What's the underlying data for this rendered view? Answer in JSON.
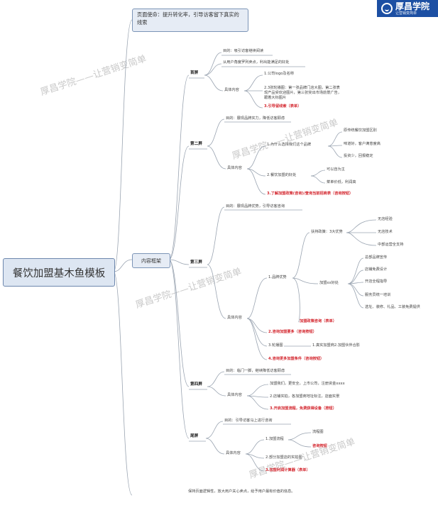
{
  "logo": {
    "brand": "厚昌学院",
    "slogan": "让营销变简单",
    "icon": "brand-logo-icon"
  },
  "watermark": "厚昌学院——让营销变简单",
  "root": "餐饮加盟基木鱼模板",
  "mission": "页面使命：提升转化率，引导访客留下真实的线索",
  "frame": "内容框架",
  "screen1": {
    "label": "首屏",
    "goal": "目的：吸引访客继续阅读",
    "angle": "从用户角度罗列卖点，利出能满足的好处",
    "content_label": "具体内容",
    "items": [
      "1.公司logo及名称",
      "2.3张轮播图：第一张品牌门店大图，第二张表现产品受欢迎图片，第三张突出市场前景广告，跟着大标图片",
      "3.引导留线索（表单）"
    ]
  },
  "screen2": {
    "label": "第二屏",
    "goal": "目的：展现品牌实力，降低访客顾虑",
    "content_label": "具体内容",
    "q1": "1.为什么选择我们这个品牌",
    "q1_items": [
      "原传统餐饮加盟区别",
      "味道好，客户满意度高",
      "投资少，回报稳定"
    ],
    "q2": "2.餐饮加盟的好处",
    "q2_items": [
      "可以自为主",
      "菜单价低，利润高"
    ],
    "q3": "3.了解加盟政策(咨询)/查询当前招商表（咨询按钮）"
  },
  "screen3": {
    "label": "第三屏",
    "goal": "目的：展现品牌优势，引导访客咨询",
    "content_label": "具体内容",
    "adv": "1.品牌优势",
    "policy": "扶持政策：3大优势",
    "policy_items": [
      "无店经验",
      "无店技术",
      "中部运营全支持"
    ],
    "join": "加盟xx好处",
    "join_items": [
      "总部品牌宣传",
      "店铺免费设计",
      "开店全程指导",
      "服务员统一培训",
      "选址、装修、礼品、工装免费提供"
    ],
    "consult_btn": "加盟政策咨询（表单）",
    "item2": "2.咨询加盟要多（咨询按钮）",
    "item3": "3.轮播图",
    "item3_sub": "1.真实加盟商2.加盟伙伴合影",
    "item4": "4.咨询更多加盟条件（咨询按钮）"
  },
  "screen4": {
    "label": "第四屏",
    "goal": "目的：临门一脚，继续降低访客顾虑",
    "content_label": "具体内容",
    "items": [
      "加盟我们，更安全，上市公司，注册资金xxxx",
      "2.店铺实拍，各加盟商地址标注，店面实景",
      "3.开启加盟流程，免费获得设备（按钮）"
    ]
  },
  "screen5": {
    "label": "尾屏",
    "goal": "目的：引导访客马上进行咨询",
    "content_label": "具体内容",
    "flow": "1.加盟流程",
    "flow_items": [
      "流程图",
      "咨询按钮"
    ],
    "item2": "2.部分加盟店的实拍图",
    "item3": "3.加盟利润计算器（表单）"
  },
  "bottom_note": "保持页面逻辑性，放大用户关心卖点，给予用户最有价值的信息。",
  "colors": {
    "line": "#9aa4b1",
    "accent": "#d3242c",
    "box_border": "#7b94b6",
    "box_fill": "#e6ecf5"
  }
}
